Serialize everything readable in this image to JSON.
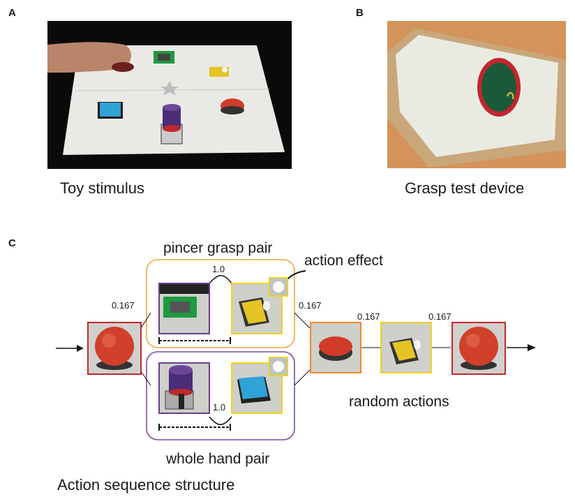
{
  "panel_a": {
    "letter": "A",
    "caption": "Toy stimulus"
  },
  "panel_b": {
    "letter": "B",
    "caption": "Grasp test device"
  },
  "panel_c": {
    "letter": "C",
    "caption": "Action sequence structure",
    "pincer_label": "pincer grasp pair",
    "whole_hand_label": "whole hand pair",
    "action_effect_label": "action effect",
    "random_label": "random actions",
    "prob_start_top": "0.167",
    "prob_pincer_pair": "1.0",
    "prob_after_pairs": "0.167",
    "prob_random_1": "0.167",
    "prob_random_2": "0.167",
    "prob_whole_pair": "1.0"
  },
  "colors": {
    "red_frame": "#c0282e",
    "purple_frame": "#6a3d8f",
    "yellow_frame": "#f0d21c",
    "orange_frame": "#ee8a2a",
    "pincer_box": "#f2a53a",
    "whole_box": "#7a4a9c"
  }
}
